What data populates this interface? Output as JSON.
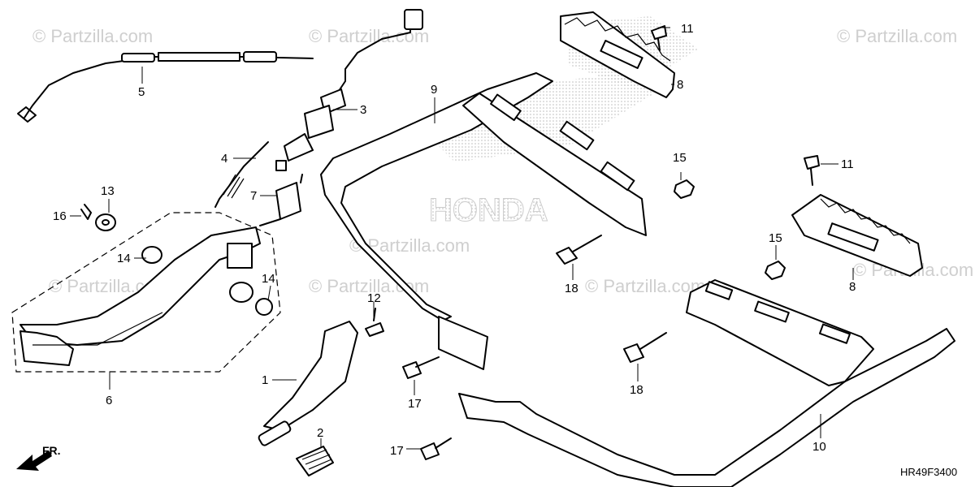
{
  "watermark": "© Partzilla.com",
  "diagram_code": "HR49F3400",
  "front_indicator": "FR.",
  "brand_watermark": "HONDA",
  "callouts": [
    {
      "id": "c1",
      "label": "1"
    },
    {
      "id": "c2",
      "label": "2"
    },
    {
      "id": "c3",
      "label": "3"
    },
    {
      "id": "c4",
      "label": "4"
    },
    {
      "id": "c5",
      "label": "5"
    },
    {
      "id": "c6",
      "label": "6"
    },
    {
      "id": "c7",
      "label": "7"
    },
    {
      "id": "c8a",
      "label": "8"
    },
    {
      "id": "c8b",
      "label": "8"
    },
    {
      "id": "c9",
      "label": "9"
    },
    {
      "id": "c10",
      "label": "10"
    },
    {
      "id": "c11a",
      "label": "11"
    },
    {
      "id": "c11b",
      "label": "11"
    },
    {
      "id": "c12",
      "label": "12"
    },
    {
      "id": "c13",
      "label": "13"
    },
    {
      "id": "c14a",
      "label": "14"
    },
    {
      "id": "c14b",
      "label": "14"
    },
    {
      "id": "c15a",
      "label": "15"
    },
    {
      "id": "c15b",
      "label": "15"
    },
    {
      "id": "c16",
      "label": "16"
    },
    {
      "id": "c17a",
      "label": "17"
    },
    {
      "id": "c17b",
      "label": "17"
    },
    {
      "id": "c18a",
      "label": "18"
    },
    {
      "id": "c18b",
      "label": "18"
    }
  ]
}
